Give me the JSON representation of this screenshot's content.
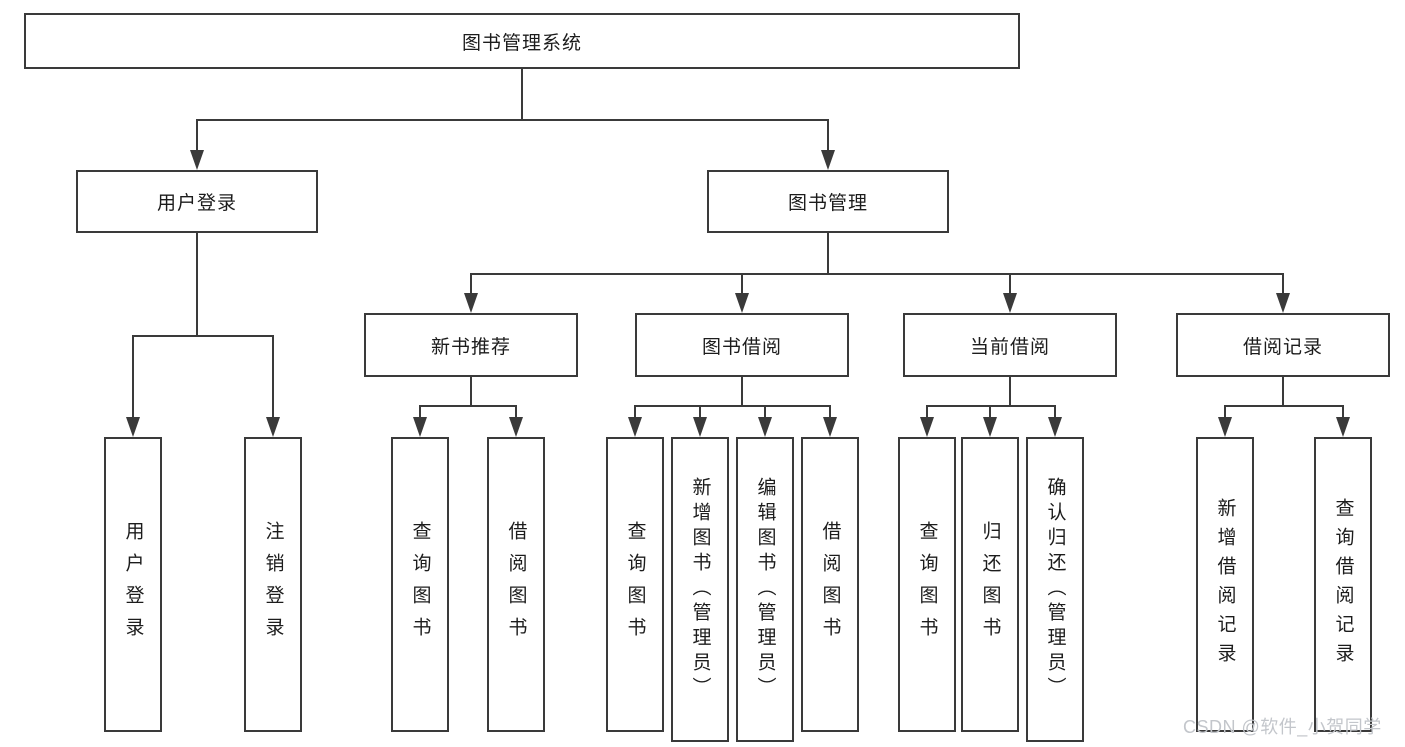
{
  "diagram": {
    "title": "图书管理系统",
    "branches": [
      {
        "label": "用户登录",
        "children": [
          "用户登录",
          "注销登录"
        ]
      },
      {
        "label": "图书管理",
        "sections": [
          {
            "label": "新书推荐",
            "children": [
              "查询图书",
              "借阅图书"
            ]
          },
          {
            "label": "图书借阅",
            "children": [
              "查询图书",
              "新增图书（管理员）",
              "编辑图书（管理员）",
              "借阅图书"
            ]
          },
          {
            "label": "当前借阅",
            "children": [
              "查询图书",
              "归还图书",
              "确认归还（管理员）"
            ]
          },
          {
            "label": "借阅记录",
            "children": [
              "新增借阅记录",
              "查询借阅记录"
            ]
          }
        ]
      }
    ],
    "watermark": "CSDN @软件_小贺同学",
    "colors": {
      "line": "#3a3a3a",
      "text": "#1c1c1c",
      "watermark": "#c3c6cb",
      "background": "#ffffff"
    }
  }
}
